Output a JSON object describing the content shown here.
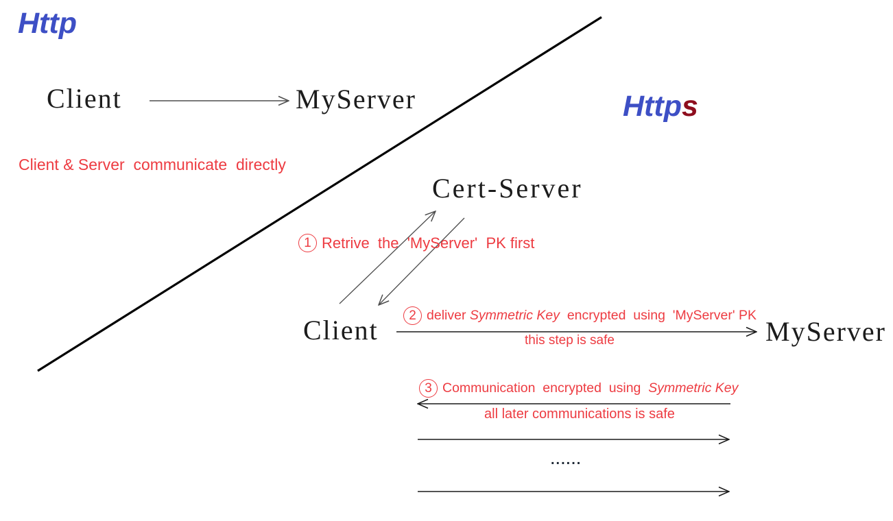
{
  "http": {
    "title": "Http",
    "client": "Client",
    "server": "MyServer",
    "caption": "Client & Server  communicate  directly"
  },
  "https": {
    "title_blue": "Http",
    "title_red": "s",
    "cert_server": "Cert-Server",
    "client": "Client",
    "server": "MyServer",
    "step1": {
      "num": "1",
      "text": "Retrive  the  'MyServer'  PK first"
    },
    "step2": {
      "num": "2",
      "before": "deliver ",
      "emph": "Symmetric Key",
      "after": "  encrypted  using  'MyServer' PK",
      "sub": "this step is safe"
    },
    "step3": {
      "num": "3",
      "before": "Communication  encrypted  using  ",
      "emph": "Symmetric Key",
      "after": "",
      "sub": "all later communications is safe"
    },
    "ellipsis": "......"
  },
  "colors": {
    "title_blue": "#3d4fc5",
    "title_dark_red": "#8e0e1e",
    "annotation_red": "#ed3b41",
    "label_black": "#1c1c1c",
    "divider_black": "#000000",
    "arrow_gray": "#4d4d4d"
  }
}
